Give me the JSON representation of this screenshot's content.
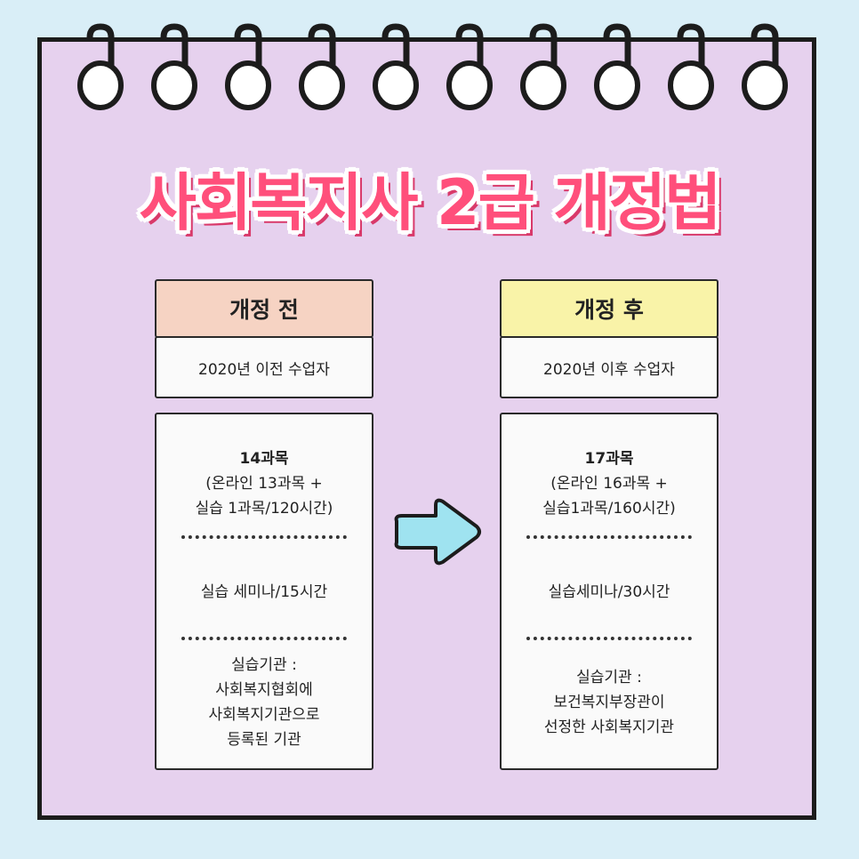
{
  "title": "사회복지사 2급 개정법",
  "before": {
    "header": "개정 전",
    "subheader": "2020년 이전 수업자",
    "courses_title": "14과목",
    "courses_line2": "(온라인 13과목 +",
    "courses_line3": "실습 1과목/120시간)",
    "seminar": "실습 세미나/15시간",
    "institution_line1": "실습기관 :",
    "institution_line2": "사회복지협회에",
    "institution_line3": "사회복지기관으로",
    "institution_line4": "등록된 기관"
  },
  "after": {
    "header": "개정 후",
    "subheader": "2020년 이후 수업자",
    "courses_title": "17과목",
    "courses_line2": "(온라인 16과목 +",
    "courses_line3": "실습1과목/160시간)",
    "seminar": "실습세미나/30시간",
    "institution_line1": "실습기관 :",
    "institution_line2": "보건복지부장관이",
    "institution_line3": "선정한 사회복지기관"
  },
  "colors": {
    "background": "#d9eef7",
    "notepad": "#e6d1ee",
    "title": "#ff4f7b",
    "before_header": "#f6d3c3",
    "after_header": "#f9f3a8",
    "arrow": "#9fe3f0"
  },
  "icons": {
    "binding_rings": "spiral-ring-icon",
    "transition_arrow": "right-arrow-icon"
  }
}
